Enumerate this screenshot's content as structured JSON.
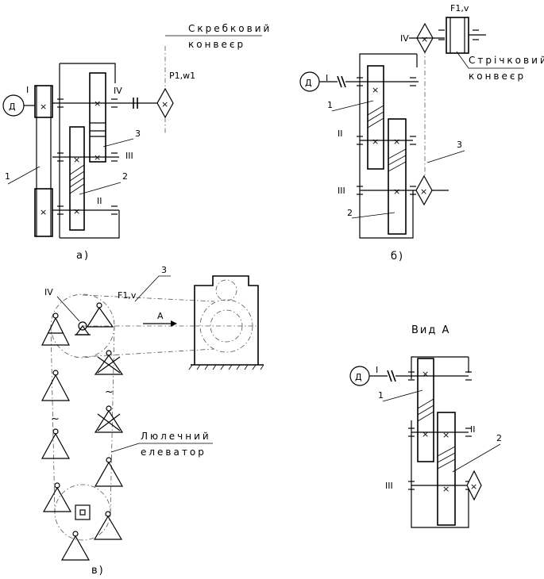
{
  "diagram_a": {
    "conveyor_line1": "Скребковий",
    "conveyor_line2": "конвеєр",
    "force_label": "P1,w1",
    "shaft_I": "I",
    "shaft_II": "II",
    "shaft_III": "III",
    "shaft_IV": "IV",
    "part_1": "1",
    "part_2": "2",
    "part_3": "3",
    "motor": "Д",
    "caption": "а)"
  },
  "diagram_b": {
    "conveyor_line1": "Стрічковий",
    "conveyor_line2": "конвеєр",
    "force_label": "F1,v",
    "shaft_I": "I",
    "shaft_II": "II",
    "shaft_III": "III",
    "shaft_IV": "IV",
    "part_1": "1",
    "part_2": "2",
    "part_3": "3",
    "motor": "Д",
    "caption": "б)"
  },
  "diagram_c": {
    "elevator_line1": "Люлечний",
    "elevator_line2": "елеватор",
    "force_label": "F1,v",
    "shaft_IV": "IV",
    "part_3": "3",
    "arrow_label": "A",
    "tilde": "~",
    "caption": "в)"
  },
  "view_a": {
    "title": "Вид А",
    "motor": "Д",
    "shaft_I": "I",
    "shaft_II": "II",
    "shaft_III": "III",
    "part_1": "1",
    "part_2": "2"
  }
}
